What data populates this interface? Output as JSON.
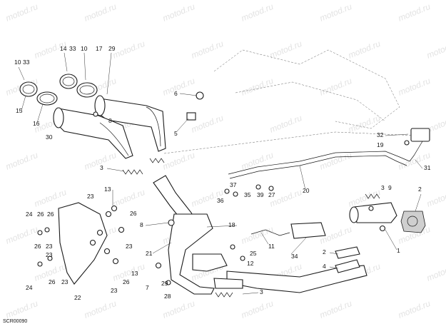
{
  "diagram": {
    "watermark_text": "motod.ru",
    "code": "SCR00090",
    "callouts": [
      "10",
      "33",
      "14",
      "33",
      "10",
      "17",
      "29",
      "15",
      "16",
      "30",
      "8",
      "6",
      "5",
      "3",
      "13",
      "23",
      "24",
      "26",
      "26",
      "23",
      "26",
      "23",
      "24",
      "26",
      "23",
      "22",
      "23",
      "26",
      "13",
      "26",
      "23",
      "8",
      "21",
      "7",
      "29",
      "28",
      "37",
      "36",
      "35",
      "39",
      "27",
      "18",
      "11",
      "25",
      "12",
      "34",
      "20",
      "32",
      "19",
      "31",
      "3",
      "9",
      "2",
      "1",
      "2",
      "4",
      "3"
    ]
  }
}
